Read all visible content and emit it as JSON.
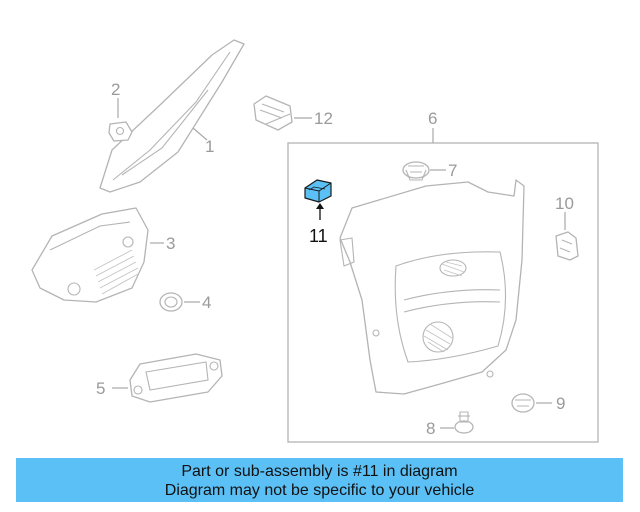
{
  "callouts": {
    "c1": "1",
    "c2": "2",
    "c3": "3",
    "c4": "4",
    "c5": "5",
    "c6": "6",
    "c7": "7",
    "c8": "8",
    "c9": "9",
    "c10": "10",
    "c11": "11",
    "c12": "12"
  },
  "highlight_color": "#5bc0f5",
  "banner": {
    "line1": "Part or sub-assembly is #11 in diagram",
    "line2": "Diagram may not be specific to your vehicle",
    "background": "#5bc0f5"
  }
}
